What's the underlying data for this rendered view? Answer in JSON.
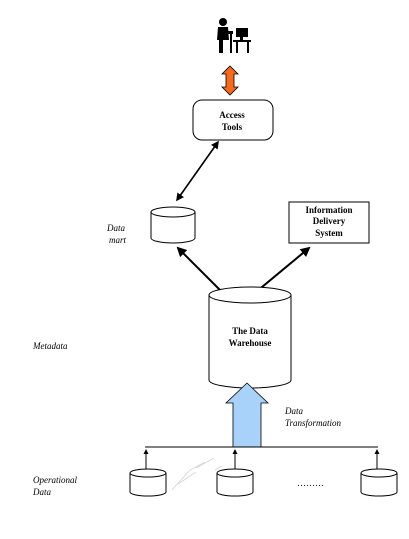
{
  "diagram": {
    "access_tools": [
      "Access",
      "Tools"
    ],
    "data_mart": [
      "Data",
      "mart"
    ],
    "info_delivery": [
      "Information",
      "Delivery",
      "System"
    ],
    "warehouse": [
      "The Data",
      "Warehouse"
    ],
    "metadata": "Metadata",
    "data_transformation": [
      "Data",
      "Transformation"
    ],
    "operational_data": [
      "Operational",
      "Data"
    ],
    "ellipsis": "………",
    "colors": {
      "access_arrow": "#f56a1c",
      "transform_arrow": "#a9d2fb",
      "stroke": "#000000"
    },
    "icons": [
      "user-at-computer-icon"
    ]
  }
}
